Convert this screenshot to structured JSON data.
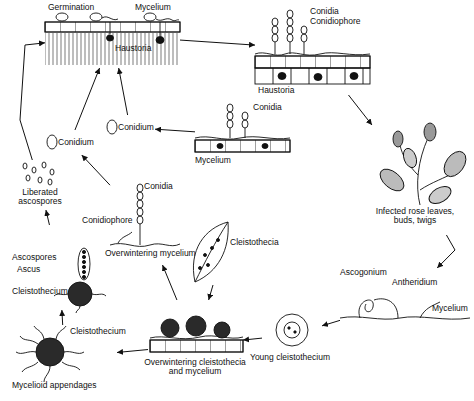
{
  "diagram": {
    "nodes": [
      {
        "text": [
          "Germination",
          "Mycelium",
          "Haustoria"
        ]
      },
      {
        "text": [
          "Conidia",
          "Conidiophore",
          "Haustoria"
        ]
      },
      {
        "text": [
          "Infected rose leaves, buds, twigs"
        ]
      },
      {
        "text": [
          "Ascogonium",
          "Antheridium",
          "Mycelium"
        ]
      },
      {
        "text": [
          "Young cleistothecium"
        ]
      },
      {
        "text": [
          "Overwintering cleistothecia and mycelium"
        ]
      },
      {
        "text": [
          "Cleistothecia"
        ]
      },
      {
        "text": [
          "Cleistothecium",
          "Mycelioid appendages"
        ]
      },
      {
        "text": [
          "Ascospores",
          "Ascus",
          "Cleistothecium"
        ]
      },
      {
        "text": [
          "Liberated ascospores"
        ]
      },
      {
        "text": [
          "Conidium"
        ]
      },
      {
        "text": [
          "Conidium"
        ]
      },
      {
        "text": [
          "Conidia",
          "Mycelium"
        ]
      },
      {
        "text": [
          "Conidia",
          "Conidiophore",
          "Overwintering mycelium"
        ]
      }
    ],
    "edges": [
      {
        "from": 0,
        "to": 1,
        "arrow": "to"
      },
      {
        "from": 1,
        "to": 2,
        "arrow": "to"
      },
      {
        "from": 2,
        "to": 3,
        "arrow": "to"
      },
      {
        "from": 3,
        "to": 4,
        "arrow": "to"
      },
      {
        "from": 4,
        "to": 5,
        "arrow": "to"
      },
      {
        "from": 6,
        "to": 5,
        "arrow": "to"
      },
      {
        "from": 5,
        "to": 7,
        "arrow": "to"
      },
      {
        "from": 7,
        "to": 8,
        "arrow": "to"
      },
      {
        "from": 8,
        "to": 9,
        "arrow": "to"
      },
      {
        "from": 9,
        "to": 0,
        "arrow": "to"
      },
      {
        "from": 5,
        "to": 13,
        "arrow": "to"
      },
      {
        "from": 13,
        "to": 10,
        "arrow": "to"
      },
      {
        "from": 10,
        "to": 0,
        "arrow": "to"
      },
      {
        "from": 12,
        "to": 11,
        "arrow": "to"
      },
      {
        "from": 11,
        "to": 0,
        "arrow": "to"
      }
    ]
  }
}
